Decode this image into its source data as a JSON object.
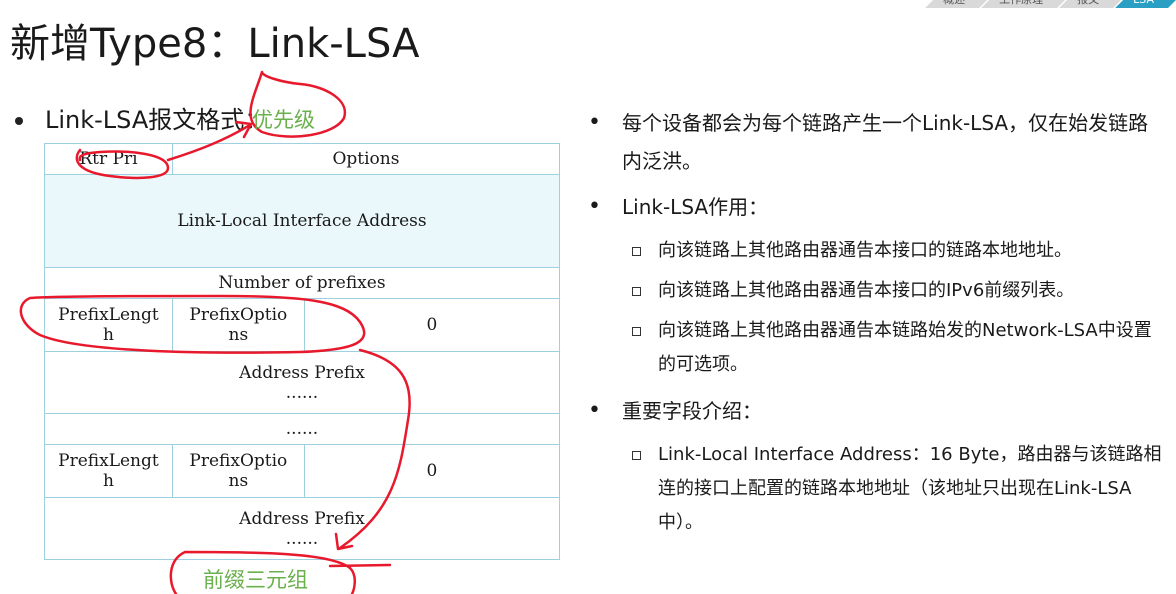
{
  "breadcrumbs": [
    "概述",
    "工作原理",
    "报文",
    "LSA"
  ],
  "title": "新增Type8：Link-LSA",
  "left_bullet": "Link-LSA报文格式：",
  "table": {
    "rtr_pri": "Rtr Pri",
    "options": "Options",
    "link_local": "Link-Local Interface Address",
    "num_prefixes": "Number of prefixes",
    "prefix_length_1": "PrefixLengt",
    "prefix_length_2": "h",
    "prefix_options_1": "PrefixOptio",
    "prefix_options_2": "ns",
    "zero": "0",
    "address_prefix": "Address Prefix",
    "ellipsis": "......"
  },
  "right": {
    "bullet1": "每个设备都会为每个链路产生一个Link-LSA，仅在始发链路内泛洪。",
    "bullet2": "Link-LSA作用：",
    "bullet2_items": [
      "向该链路上其他路由器通告本接口的链路本地地址。",
      "向该链路上其他路由器通告本接口的IPv6前缀列表。",
      "向该链路上其他路由器通告本链路始发的Network-LSA中设置的可选项。"
    ],
    "bullet3": "重要字段介绍：",
    "bullet3_items": [
      "Link-Local Interface Address：16 Byte，路由器与该链路相连的接口上配置的链路本地地址（该地址只出现在Link-LSA中）。"
    ]
  },
  "annotations": {
    "priority": "优先级",
    "prefix_triple": "前缀三元组"
  },
  "colors": {
    "accent": "#2a9fc4",
    "ink_red": "#e8192c",
    "ink_green": "#6ab04c",
    "table_border": "#9fd0e0",
    "table_fill": "#eaf8fc"
  }
}
